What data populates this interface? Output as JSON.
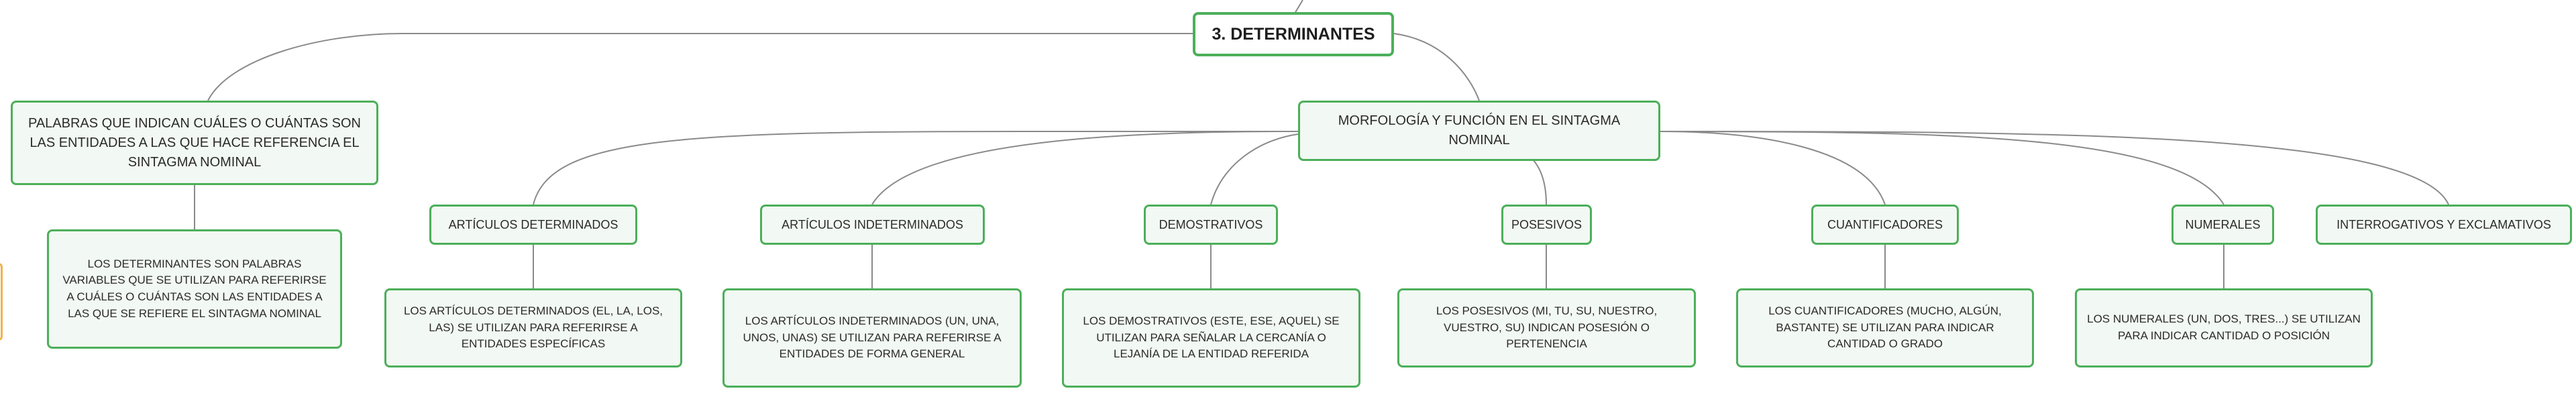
{
  "root": "3. DETERMINANTES",
  "definition": {
    "title": "PALABRAS QUE INDICAN CUÁLES O CUÁNTAS SON LAS ENTIDADES A LAS QUE HACE REFERENCIA EL SINTAGMA NOMINAL",
    "detail": "LOS DETERMINANTES SON PALABRAS VARIABLES QUE SE UTILIZAN PARA REFERIRSE A CUÁLES O CUÁNTAS SON LAS ENTIDADES A LAS QUE SE REFIERE EL SINTAGMA NOMINAL"
  },
  "morphology": {
    "title": "MORFOLOGÍA Y FUNCIÓN EN EL SINTAGMA NOMINAL",
    "types": [
      {
        "label": "ARTÍCULOS DETERMINADOS",
        "detail": "LOS ARTÍCULOS DETERMINADOS (EL, LA, LOS, LAS) SE UTILIZAN PARA REFERIRSE A ENTIDADES ESPECÍFICAS"
      },
      {
        "label": "ARTÍCULOS INDETERMINADOS",
        "detail": "LOS ARTÍCULOS INDETERMINADOS (UN, UNA, UNOS, UNAS) SE UTILIZAN PARA REFERIRSE A ENTIDADES DE FORMA GENERAL"
      },
      {
        "label": "DEMOSTRATIVOS",
        "detail": "LOS DEMOSTRATIVOS (ESTE, ESE, AQUEL) SE UTILIZAN PARA SEÑALAR LA CERCANÍA O LEJANÍA DE LA ENTIDAD REFERIDA"
      },
      {
        "label": "POSESIVOS",
        "detail": "LOS POSESIVOS (MI, TU, SU, NUESTRO, VUESTRO, SU) INDICAN POSESIÓN O PERTENENCIA"
      },
      {
        "label": "CUANTIFICADORES",
        "detail": "LOS CUANTIFICADORES (MUCHO, ALGÚN, BASTANTE) SE UTILIZAN PARA INDICAR CANTIDAD O GRADO"
      },
      {
        "label": "NUMERALES",
        "detail": "LOS NUMERALES (UN, DOS, TRES...) SE UTILIZAN PARA INDICAR CANTIDAD O POSICIÓN"
      },
      {
        "label": "INTERROGATIVOS Y EXCLAMATIVOS"
      }
    ]
  },
  "colors": {
    "node_border": "#4caf5a",
    "node_fill": "#f2f8f3",
    "connector": "#8a8a8a",
    "offscreen_node_border": "#f0b24a"
  }
}
